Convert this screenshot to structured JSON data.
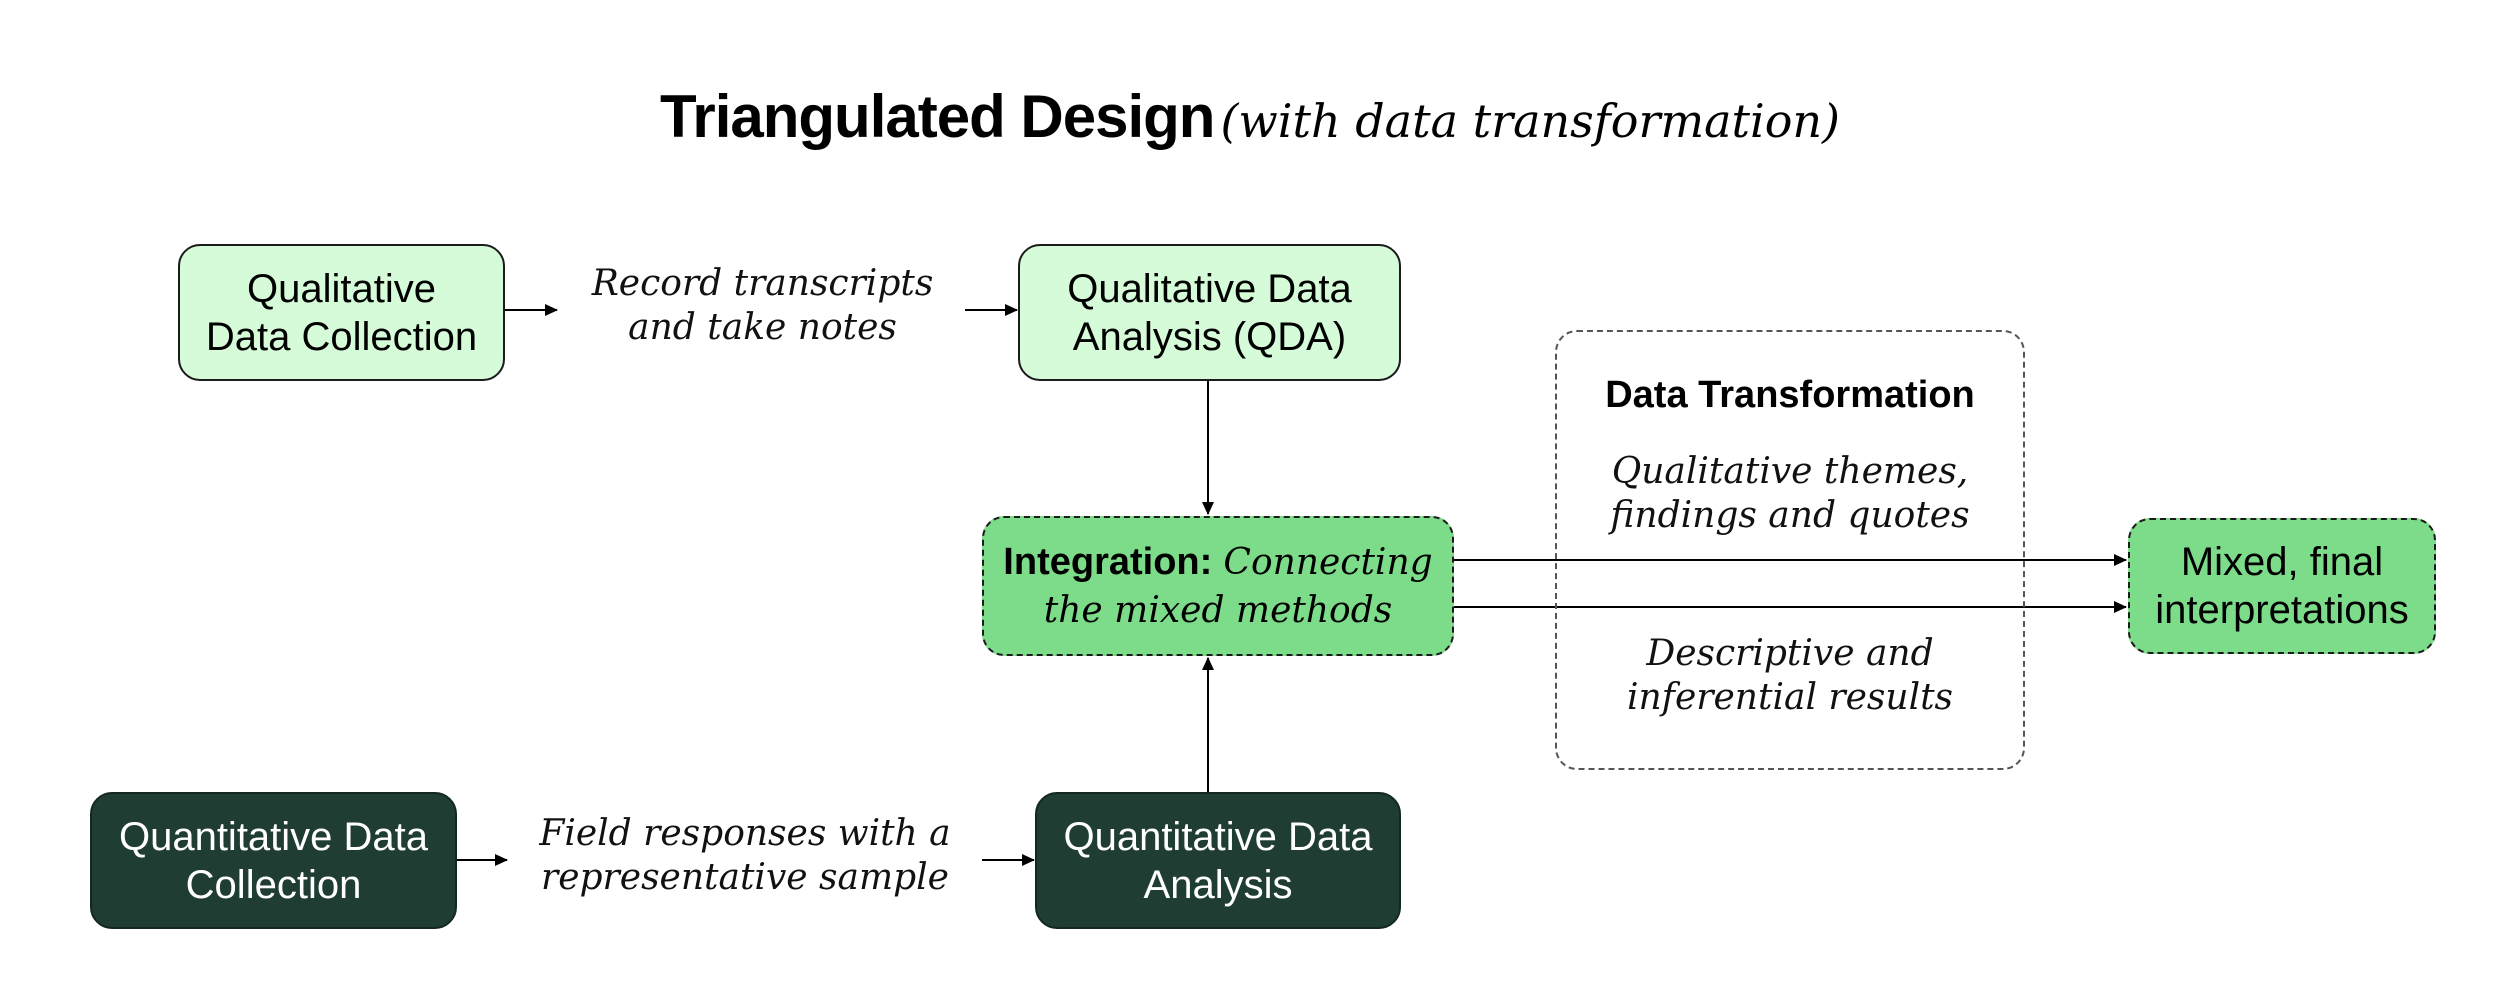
{
  "title": {
    "main": "Triangulated Design",
    "sub": "(with data transformation)"
  },
  "nodes": {
    "qual_collection": [
      "Qualitative",
      "Data Collection"
    ],
    "qual_analysis": [
      "Qualitative Data",
      "Analysis (QDA)"
    ],
    "integration": {
      "bold": "Integration:",
      "italic_line1": "Connecting",
      "italic_line2": "the mixed methods"
    },
    "quant_collection": [
      "Quantitative Data",
      "Collection"
    ],
    "quant_analysis": [
      "Quantitative Data",
      "Analysis"
    ],
    "mixed_interpretations": [
      "Mixed, final",
      "interpretations"
    ]
  },
  "notes": {
    "record": [
      "Record transcripts",
      "and take notes"
    ],
    "field": [
      "Field responses with a",
      "representative sample"
    ]
  },
  "data_transformation": {
    "title": "Data Transformation",
    "qualitative": [
      "Qualitative themes,",
      "findings and quotes"
    ],
    "quantitative": [
      "Descriptive and",
      "inferential results"
    ]
  },
  "colors": {
    "light_green": "#d5fbd8",
    "mid_green": "#7ddc8a",
    "dark_green": "#1f3d33"
  }
}
